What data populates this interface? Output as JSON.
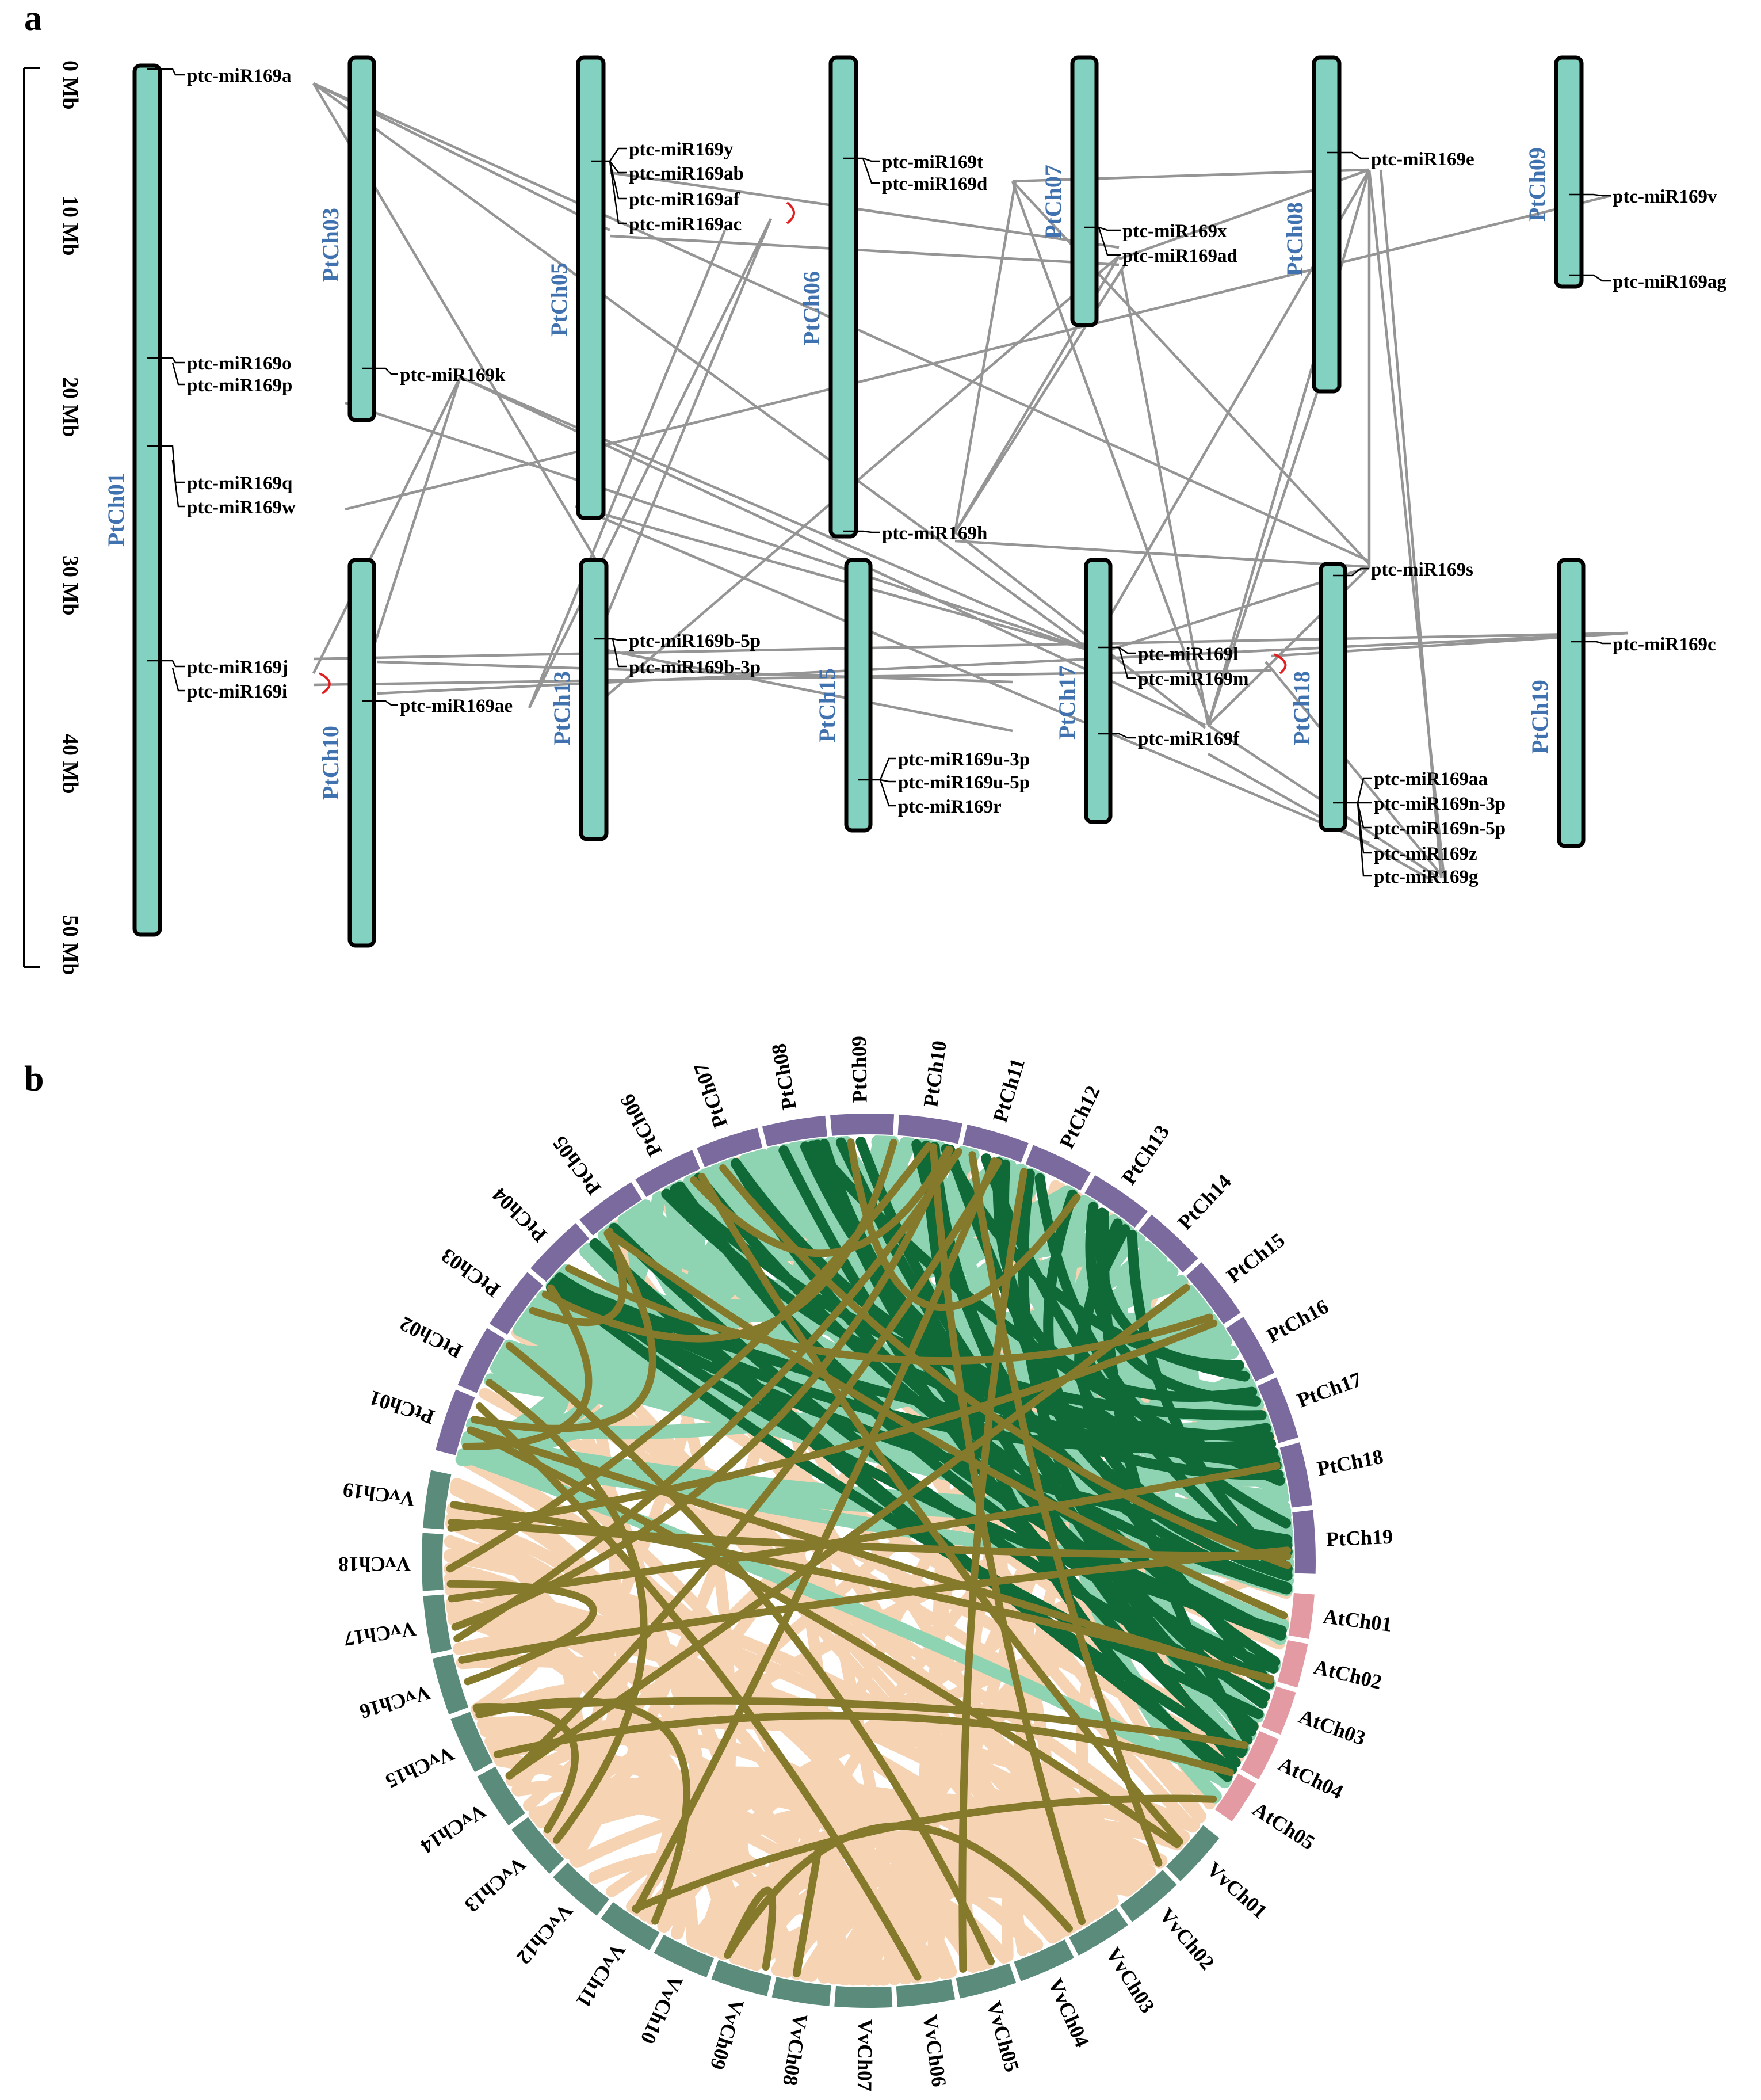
{
  "panel_a": {
    "label": "a",
    "scale": {
      "unit": "Mb",
      "ticks": [
        "0 Mb",
        "10 Mb",
        "20 Mb",
        "30 Mb",
        "40 Mb",
        "50 Mb"
      ]
    },
    "chromosomes": [
      {
        "name": "PtCh01",
        "start_mb": 0,
        "end_mb": 48.3
      },
      {
        "name": "PtCh03",
        "start_mb": 0,
        "end_mb": 19.5
      },
      {
        "name": "PtCh05",
        "start_mb": 0,
        "end_mb": 25.5
      },
      {
        "name": "PtCh06",
        "start_mb": 0,
        "end_mb": 26.5
      },
      {
        "name": "PtCh07",
        "start_mb": 0,
        "end_mb": 15.0
      },
      {
        "name": "PtCh08",
        "start_mb": 0,
        "end_mb": 18.5
      },
      {
        "name": "PtCh09",
        "start_mb": 0,
        "end_mb": 12.6
      },
      {
        "name": "PtCh10",
        "start_mb": 28.0,
        "end_mb": 49.0
      },
      {
        "name": "PtCh13",
        "start_mb": 28.0,
        "end_mb": 43.5
      },
      {
        "name": "PtCh15",
        "start_mb": 28.0,
        "end_mb": 43.0
      },
      {
        "name": "PtCh17",
        "start_mb": 28.0,
        "end_mb": 42.5
      },
      {
        "name": "PtCh18",
        "start_mb": 28.0,
        "end_mb": 43.0
      },
      {
        "name": "PtCh19",
        "start_mb": 28.0,
        "end_mb": 43.5
      }
    ],
    "mirnas": [
      "ptc-miR169a",
      "ptc-miR169o",
      "ptc-miR169p",
      "ptc-miR169q",
      "ptc-miR169w",
      "ptc-miR169j",
      "ptc-miR169i",
      "ptc-miR169k",
      "ptc-miR169ae",
      "ptc-miR169y",
      "ptc-miR169ab",
      "ptc-miR169af",
      "ptc-miR169ac",
      "ptc-miR169b-5p",
      "ptc-miR169b-3p",
      "ptc-miR169t",
      "ptc-miR169d",
      "ptc-miR169h",
      "ptc-miR169u-3p",
      "ptc-miR169u-5p",
      "ptc-miR169r",
      "ptc-miR169x",
      "ptc-miR169ad",
      "ptc-miR169l",
      "ptc-miR169m",
      "ptc-miR169f",
      "ptc-miR169e",
      "ptc-miR169s",
      "ptc-miR169aa",
      "ptc-miR169n-3p",
      "ptc-miR169n-5p",
      "ptc-miR169z",
      "ptc-miR169g",
      "ptc-miR169v",
      "ptc-miR169ag",
      "ptc-miR169c"
    ]
  },
  "panel_b": {
    "label": "b",
    "groups": [
      {
        "prefix": "Pt",
        "color": "#7b6a9e",
        "chromosomes": [
          "PtCh01",
          "PtCh02",
          "PtCh03",
          "PtCh04",
          "PtCh05",
          "PtCh06",
          "PtCh07",
          "PtCh08",
          "PtCh09",
          "PtCh10",
          "PtCh11",
          "PtCh12",
          "PtCh13",
          "PtCh14",
          "PtCh15",
          "PtCh16",
          "PtCh17",
          "PtCh18",
          "PtCh19"
        ]
      },
      {
        "prefix": "At",
        "color": "#e39aa2",
        "chromosomes": [
          "AtCh01",
          "AtCh02",
          "AtCh03",
          "AtCh04",
          "AtCh05"
        ]
      },
      {
        "prefix": "Vv",
        "color": "#5b8c7b",
        "chromosomes": [
          "VvCh01",
          "VvCh02",
          "VvCh03",
          "VvCh04",
          "VvCh05",
          "VvCh06",
          "VvCh07",
          "VvCh08",
          "VvCh09",
          "VvCh10",
          "VvCh11",
          "VvCh12",
          "VvCh13",
          "VvCh14",
          "VvCh15",
          "VvCh16",
          "VvCh17",
          "VvCh18",
          "VvCh19"
        ]
      }
    ],
    "link_colors": {
      "light_green": "#8fd4b2",
      "dark_green": "#0f6a38",
      "peach": "#f5d3b3",
      "olive": "#857a2b"
    }
  }
}
